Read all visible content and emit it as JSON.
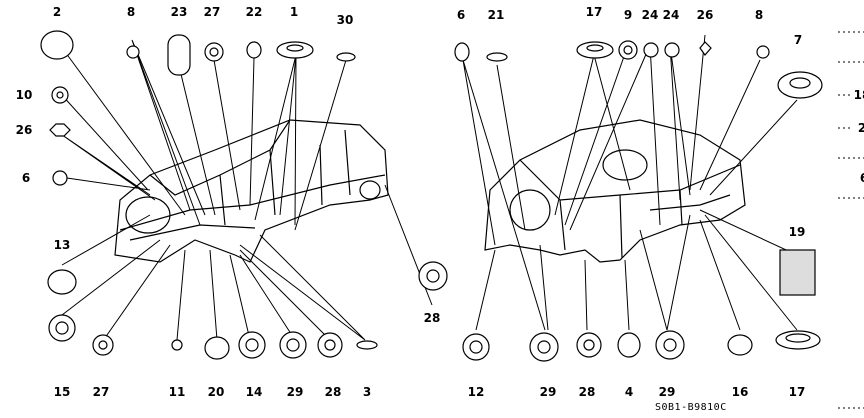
{
  "diagram": {
    "title_code": "S0B1-B9810C",
    "left_callouts": [
      "2",
      "8",
      "23",
      "27",
      "22",
      "1",
      "30",
      "10",
      "26",
      "6",
      "13",
      "15",
      "27",
      "11",
      "20",
      "14",
      "29",
      "28",
      "3",
      "28"
    ],
    "right_callouts": [
      "6",
      "21",
      "17",
      "9",
      "24",
      "24",
      "26",
      "8",
      "7",
      "19",
      "12",
      "29",
      "28",
      "4",
      "29",
      "16",
      "17"
    ],
    "edge_callouts": [
      "18",
      "2",
      "6"
    ]
  }
}
